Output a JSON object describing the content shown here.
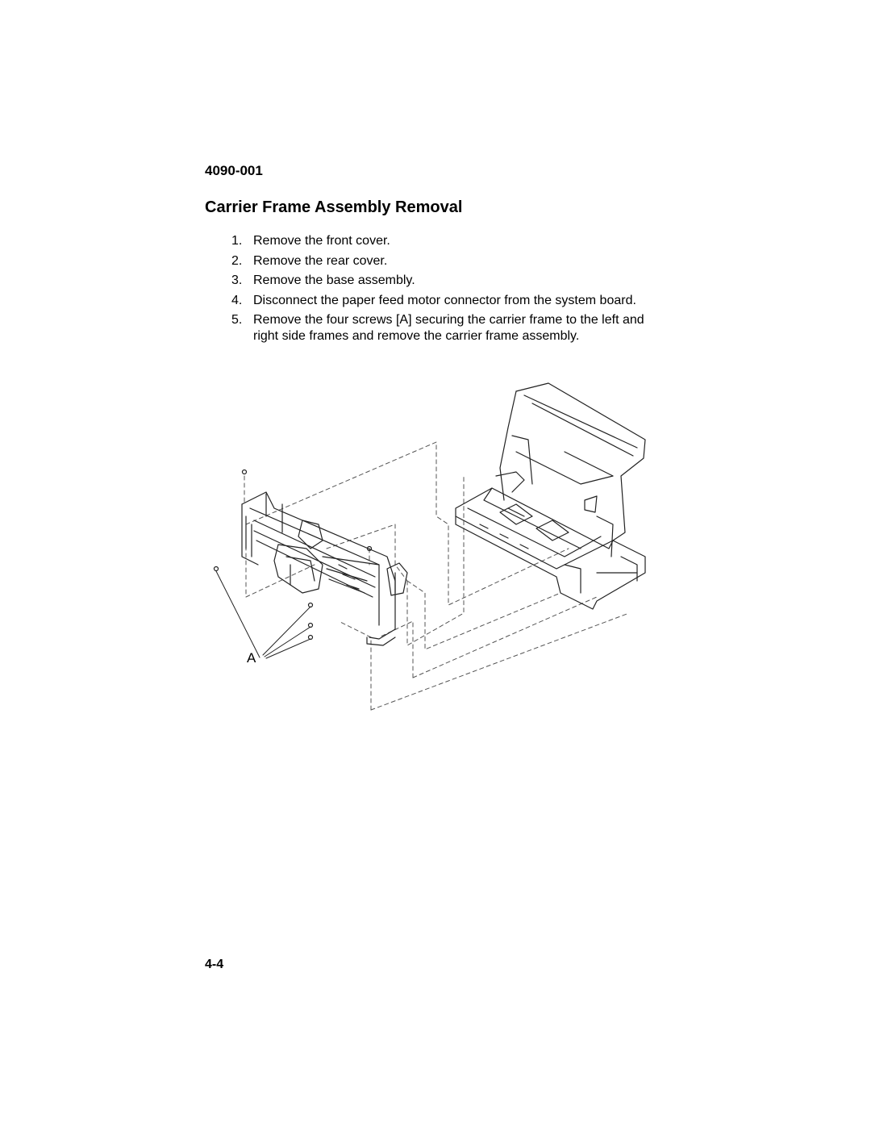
{
  "document": {
    "model_number": "4090-001",
    "title": "Carrier Frame Assembly Removal",
    "steps": [
      {
        "number": "1.",
        "text": "Remove the front cover."
      },
      {
        "number": "2.",
        "text": "Remove the rear cover."
      },
      {
        "number": "3.",
        "text": "Remove the base assembly."
      },
      {
        "number": "4.",
        "text": "Disconnect the paper feed motor connector from the system board."
      },
      {
        "number": "5.",
        "text": "Remove the four screws [A] securing the carrier frame to the left and right side frames and remove the carrier frame assembly."
      }
    ],
    "figure": {
      "callout_label": "A"
    },
    "page_number": "4-4"
  }
}
